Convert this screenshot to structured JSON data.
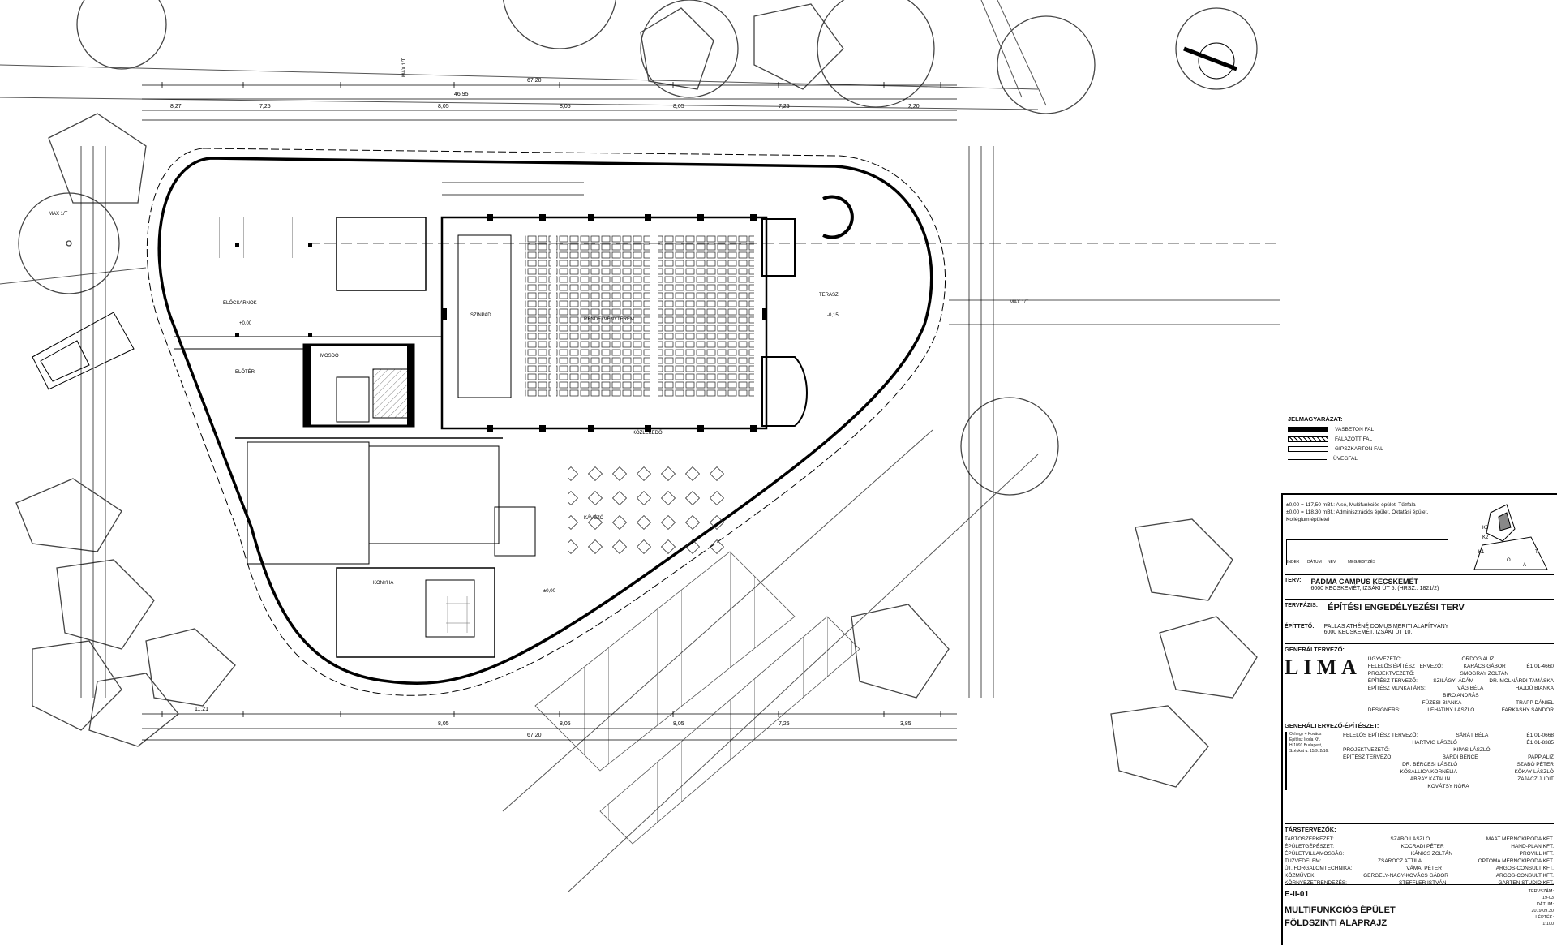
{
  "drawing": {
    "orientation_marks": {
      "north_left": "MAX 1/T",
      "east_right": "MAX 1/T",
      "north_top": "MAX 1/T",
      "left_label": "MAX 1/T"
    },
    "rooms": [
      {
        "id": "aula",
        "label": "ELŐCSARNOK"
      },
      {
        "id": "foyer",
        "label": "ELŐTÉR"
      },
      {
        "id": "hall",
        "label": "RENDEZVÉNYTEREM"
      },
      {
        "id": "stage",
        "label": "SZÍNPAD"
      },
      {
        "id": "cafe",
        "label": "KÁVÉZÓ"
      },
      {
        "id": "kitchen",
        "label": "KONYHA"
      },
      {
        "id": "corridor",
        "label": "KÖZLEKEDŐ"
      },
      {
        "id": "wc",
        "label": "MOSDÓ"
      },
      {
        "id": "terrace",
        "label": "TERASZ"
      }
    ],
    "levels": [
      "±0,00",
      "-0,15",
      "+0,00"
    ],
    "dims_top": [
      "67,20",
      "46,95",
      "8,27",
      "7,25",
      "8,05",
      "8,05",
      "8,05",
      "7,25",
      "2,20"
    ],
    "dims_bottom": [
      "11,21",
      "67,20",
      "8,05",
      "8,05",
      "8,05",
      "7,25",
      "3,85"
    ]
  },
  "titleblock": {
    "legend": {
      "heading": "JELMAGYARÁZAT:",
      "items": [
        "VASBETON FAL",
        "FALAZOTT FAL",
        "GIPSZKARTON FAL",
        "ÜVEGFAL"
      ]
    },
    "notes": [
      "±0,00 = 117,50 mBf.: Alsó, Multifunkciós épület, Tűzfala",
      "±0,00 = 118,30 mBf.: Adminisztrációs épület, Oktatási épület, Kollégium épületei"
    ],
    "rev_cols": [
      "INDEX",
      "DÁTUM",
      "NÉV",
      "MEGJEGYZÉS"
    ],
    "key_plan": {
      "labels": [
        "K3",
        "K2",
        "T",
        "K1",
        "O",
        "A"
      ]
    },
    "project": {
      "label": "TERV:",
      "name": "PADMA CAMPUS KECSKEMÉT",
      "address": "6000 KECSKEMÉT, IZSÁKI ÚT 5. (HRSZ.: 1821/2)"
    },
    "phase": {
      "label": "TERVFÁZIS:",
      "value": "ÉPÍTÉSI ENGEDÉLYEZÉSI TERV"
    },
    "client": {
      "label": "ÉPÍTTETŐ:",
      "name": "PALLAS ATHÉNÉ DOMUS MERITI ALAPÍTVÁNY",
      "address": "6000 KECSKEMÉT, IZSÁKI ÚT 10."
    },
    "general_designer": {
      "heading": "GENERÁLTERVEZŐ:",
      "logo": "LIMA",
      "roles": [
        {
          "role": "ÜGYVEZETŐ:",
          "name": "ÖRDÖG ALIZ",
          "no": ""
        },
        {
          "role": "FELELŐS ÉPÍTÉSZ TERVEZŐ:",
          "name": "KARÁCS GÁBOR",
          "no": "É1 01-4660"
        },
        {
          "role": "PROJEKTVEZETŐ:",
          "name": "SMOGRAY ZOLTÁN",
          "no": ""
        },
        {
          "role": "ÉPÍTÉSZ TERVEZŐ:",
          "name": "SZILÁGYI ÁDÁM",
          "no": "DR. MOLNÁRDI TAMÁSKA"
        },
        {
          "role": "ÉPÍTÉSZ MUNKATÁRS:",
          "name": "VÁG BÉLA",
          "no": "HAJDÚ BIANKA"
        },
        {
          "role": "",
          "name": "BIRO ANDRÁS",
          "no": ""
        },
        {
          "role": "",
          "name": "FÜZESI BIANKA",
          "no": "TRAPP DÁNIEL"
        },
        {
          "role": "DESIGNERS:",
          "name": "LEHATINY LÁSZLÓ",
          "no": "FARKASHY SÁNDOR"
        }
      ]
    },
    "architect": {
      "heading": "GENERÁLTERVEZŐ-ÉPÍTÉSZET:",
      "firm_lines": [
        "Ozhegy + Kovács",
        "Építész Iroda Kft.",
        "H-1091 Budapest,",
        "Szépkút u. 15/9. 2/16."
      ],
      "roles": [
        {
          "role": "FELELŐS ÉPÍTÉSZ TERVEZŐ:",
          "name": "SÁRÁT BÉLA",
          "no": "É1 01-0668"
        },
        {
          "role": "",
          "name": "HARTVIG LÁSZLÓ",
          "no": "É1 01-8385"
        },
        {
          "role": "PROJEKTVEZETŐ:",
          "name": "KIPAS LÁSZLÓ",
          "no": ""
        },
        {
          "role": "ÉPÍTÉSZ TERVEZŐ:",
          "name": "BÁRDI BENCE",
          "no": "PAPP ALIZ"
        },
        {
          "role": "",
          "name": "DR. BÉRCESI LÁSZLÓ",
          "no": "SZABÓ PÉTER"
        },
        {
          "role": "",
          "name": "KÖSALLICA KORNÉLIA",
          "no": "KÖKAY LÁSZLÓ"
        },
        {
          "role": "",
          "name": "ÁBRAY KATALIN",
          "no": "ZAJACZ JUDIT"
        },
        {
          "role": "",
          "name": "KOVÁTSY NÓRA",
          "no": ""
        }
      ]
    },
    "consultants": {
      "heading": "TÁRSTERVEZŐK:",
      "rows": [
        {
          "role": "TARTÓSZERKEZET:",
          "name": "SZABÓ LÁSZLÓ",
          "firm": "MAAT MÉRNÖKIRODA KFT."
        },
        {
          "role": "ÉPÜLETGÉPÉSZET:",
          "name": "KOCRADI PÉTER",
          "firm": "HAND-PLAN KFT."
        },
        {
          "role": "ÉPÜLETVILLAMOSSÁG:",
          "name": "KÁNICS ZOLTÁN",
          "firm": "PROVILL KFT."
        },
        {
          "role": "TŰZVÉDELEM:",
          "name": "ZSARÓCZ ATTILA",
          "firm": "OPTOMA MÉRNÖKIRODA KFT."
        },
        {
          "role": "ÚT, FORGALOMTECHNIKA:",
          "name": "VÁMAI PÉTER",
          "firm": "ARGOS-CONSULT KFT."
        },
        {
          "role": "KÖZMŰVEK:",
          "name": "GERGELY-NAGY-KOVÁCS GÁBOR",
          "firm": "ARGOS-CONSULT KFT."
        },
        {
          "role": "KÖRNYEZETRENDEZÉS:",
          "name": "STEFFLER ISTVÁN",
          "firm": "GARTEN STUDIO KFT."
        }
      ]
    },
    "sheet": {
      "number": "E-II-01",
      "title1": "MULTIFUNKCIÓS ÉPÜLET",
      "title2": "FÖLDSZINTI ALAPRAJZ",
      "meta": [
        {
          "label": "TERVSZÁM:",
          "value": "19-03"
        },
        {
          "label": "DÁTUM:",
          "value": "2019.09.30"
        },
        {
          "label": "LÉPTÉK:",
          "value": "1:100"
        }
      ]
    }
  }
}
